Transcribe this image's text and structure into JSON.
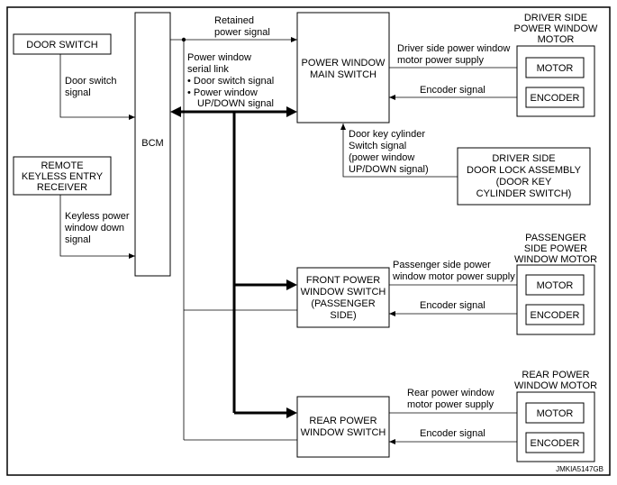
{
  "boxes": {
    "door_switch": [
      "DOOR SWITCH"
    ],
    "remote_keyless": [
      "REMOTE",
      "KEYLESS ENTRY",
      "RECEIVER"
    ],
    "bcm": [
      "BCM"
    ],
    "main_switch": [
      "POWER WINDOW",
      "MAIN SWITCH"
    ],
    "door_lock": [
      "DRIVER SIDE",
      "DOOR LOCK ASSEMBLY",
      "(DOOR KEY",
      "CYLINDER SWITCH)"
    ],
    "front_switch": [
      "FRONT POWER",
      "WINDOW SWITCH",
      "(PASSENGER",
      "SIDE)"
    ],
    "rear_switch": [
      "REAR POWER",
      "WINDOW SWITCH"
    ],
    "motor_label": "MOTOR",
    "encoder_label": "ENCODER"
  },
  "motor_groups": {
    "driver": [
      "DRIVER SIDE",
      "POWER WINDOW",
      "MOTOR"
    ],
    "passenger": [
      "PASSENGER",
      "SIDE POWER",
      "WINDOW MOTOR"
    ],
    "rear": [
      "REAR POWER",
      "WINDOW MOTOR"
    ]
  },
  "signals": {
    "door_switch_signal": [
      "Door switch",
      "signal"
    ],
    "keyless_signal": [
      "Keyless power",
      "window down",
      "signal"
    ],
    "retained_power": [
      "Retained",
      "power signal"
    ],
    "serial_link": [
      "Power window",
      "serial link",
      "• Door switch signal",
      "• Power window",
      "UP/DOWN signal"
    ],
    "driver_supply": [
      "Driver side power window",
      "motor power supply"
    ],
    "driver_encoder": "Encoder signal",
    "key_cylinder": [
      "Door key cylinder",
      "Switch signal",
      "(power window",
      "UP/DOWN signal)"
    ],
    "passenger_supply": [
      "Passenger side power",
      "window motor power supply"
    ],
    "passenger_encoder": "Encoder signal",
    "rear_supply": [
      "Rear power window",
      "motor power supply"
    ],
    "rear_encoder": "Encoder signal"
  },
  "figure_id": "JMKIA5147GB"
}
